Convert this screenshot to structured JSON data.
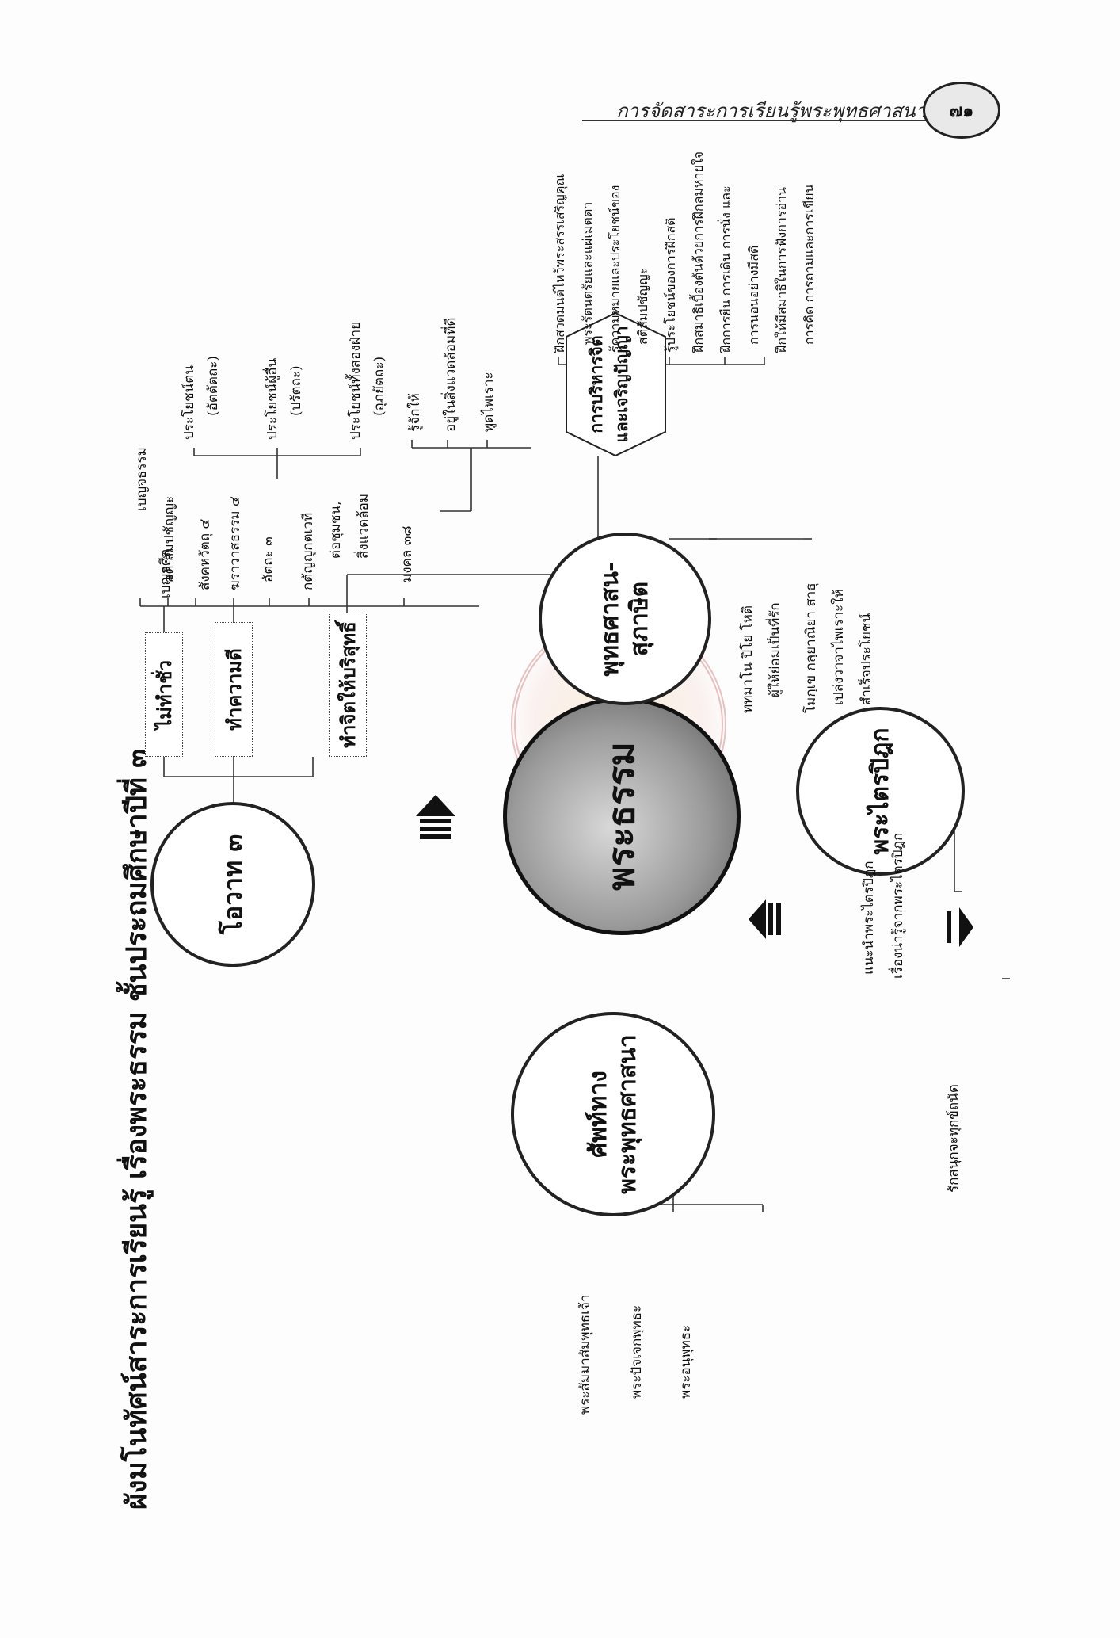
{
  "header": {
    "title": "การจัดสาระการเรียนรู้พระพุทธศาสนา",
    "page_number": "๗๑"
  },
  "diagram": {
    "title": "ผังมโนทัศน์สาระการเรียนรู้ เรื่องพระธรรม ชั้นประถมศึกษาปีที่ ๓",
    "center": "พระธรรม",
    "ovada": {
      "label": "โอวาท ๓",
      "boxes": [
        "ไม่ทำชั่ว",
        "ทำความดี",
        "ทำจิตให้บริสุทธิ์"
      ],
      "sila_label": "เบญจศีล",
      "good_items": [
        "เบญจธรรม",
        "สติ-สัมปชัญญะ",
        "สังคหวัตถุ ๔",
        "ฆราวาสธรรม ๔",
        "อัตถะ ๓",
        "กตัญญูกตเวที",
        "ต่อชุมชน,",
        "สิ่งแวดล้อม",
        "มงคล ๓๘"
      ],
      "attha_items": [
        "ประโยชน์ตน",
        "(อัตตัตถะ)",
        "ประโยชน์ผู้อื่น",
        "(ปรัตถะ)",
        "ประโยชน์ทั้งสองฝ่าย",
        "(อุภยัตถะ)"
      ],
      "mangala_items": [
        "รู้จักให้",
        "อยู่ในสิ่งแวดล้อมที่ดี",
        "พูดไพเราะ"
      ]
    },
    "sabda": {
      "label_line1": "ศัพท์ทาง",
      "label_line2": "พระพุทธศาสนา",
      "items": [
        "พระสัมมาสัมพุทธเจ้า",
        "พระปัจเจกพุทธะ",
        "พระอนุพุทธะ"
      ]
    },
    "tripitaka": {
      "label": "พระไตรปิฎก",
      "items": [
        "แนะนำพระไตรปิฎก",
        "เรื่องน่ารู้จากพระไตรปิฎก",
        "รักสนุกจะทุกข์ถนัด"
      ]
    },
    "subhasita": {
      "label_line1": "พุทธศาสน-",
      "label_line2": "สุภาษิต",
      "items": [
        "ททมาโน ปิโย โหติ",
        "ผู้ให้ย่อมเป็นที่รัก",
        "โมกฺเข กลฺยาณิยา สาธุ",
        "เปล่งวาจาไพเราะให้",
        "สำเร็จประโยชน์"
      ]
    },
    "meditation": {
      "label_line1": "การบริหารจิต",
      "label_line2": "และเจริญปัญญา",
      "items": [
        "ฝึกสวดมนต์ไหว้พระสรรเสริญคุณ",
        "พระรัตนตรัยและแผ่เมตตา",
        "รู้ความหมายและประโยชน์ของ",
        "สติสัมปชัญญะ",
        "รู้ประโยชน์ของการฝึกสติ",
        "ฝึกสมาธิเบื้องต้นด้วยการฝึกลมหายใจ",
        "ฝึกการยืน การเดิน การนั่ง และ",
        "การนอนอย่างมีสติ",
        "ฝึกให้มีสมาธิในการฟังการอ่าน",
        "การคิด การถามและการเขียน"
      ]
    }
  }
}
